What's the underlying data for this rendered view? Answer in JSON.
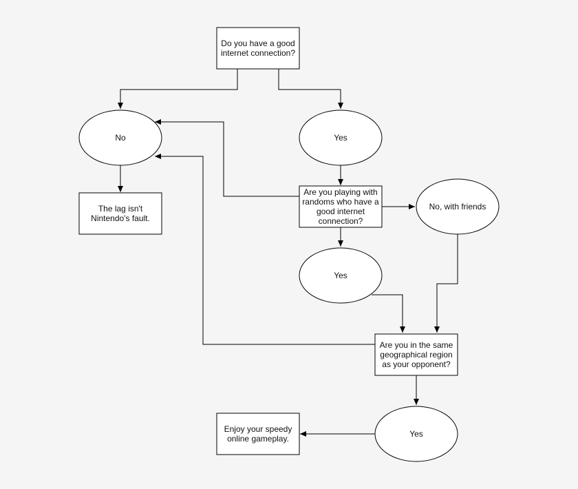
{
  "colors": {
    "background": "#f5f5f5",
    "node_fill": "#ffffff",
    "stroke": "#000000",
    "text": "#111111"
  },
  "nodes": {
    "q_internet": {
      "shape": "rect",
      "lines": [
        "Do you have a good",
        "internet connection?"
      ]
    },
    "no": {
      "shape": "ellipse",
      "lines": [
        "No"
      ]
    },
    "yes1": {
      "shape": "ellipse",
      "lines": [
        "Yes"
      ]
    },
    "lag": {
      "shape": "rect",
      "lines": [
        "The lag isn't",
        "Nintendo's fault."
      ]
    },
    "q_randoms": {
      "shape": "rect",
      "lines": [
        "Are you playing with",
        "randoms who have a",
        "good internet",
        "connection?"
      ]
    },
    "friends": {
      "shape": "ellipse",
      "lines": [
        "No, with friends"
      ]
    },
    "yes2": {
      "shape": "ellipse",
      "lines": [
        "Yes"
      ]
    },
    "q_region": {
      "shape": "rect",
      "lines": [
        "Are you in the same",
        "geographical region",
        "as your opponent?"
      ]
    },
    "yes3": {
      "shape": "ellipse",
      "lines": [
        "Yes"
      ]
    },
    "enjoy": {
      "shape": "rect",
      "lines": [
        "Enjoy your speedy",
        "online gameplay."
      ]
    }
  },
  "edges": [
    {
      "from": "q_internet",
      "to": "no"
    },
    {
      "from": "q_internet",
      "to": "yes1"
    },
    {
      "from": "no",
      "to": "lag"
    },
    {
      "from": "yes1",
      "to": "q_randoms"
    },
    {
      "from": "q_randoms",
      "to": "no"
    },
    {
      "from": "q_randoms",
      "to": "friends"
    },
    {
      "from": "q_randoms",
      "to": "yes2"
    },
    {
      "from": "yes2",
      "to": "q_region"
    },
    {
      "from": "friends",
      "to": "q_region"
    },
    {
      "from": "q_region",
      "to": "no"
    },
    {
      "from": "q_region",
      "to": "yes3"
    },
    {
      "from": "yes3",
      "to": "enjoy"
    }
  ]
}
